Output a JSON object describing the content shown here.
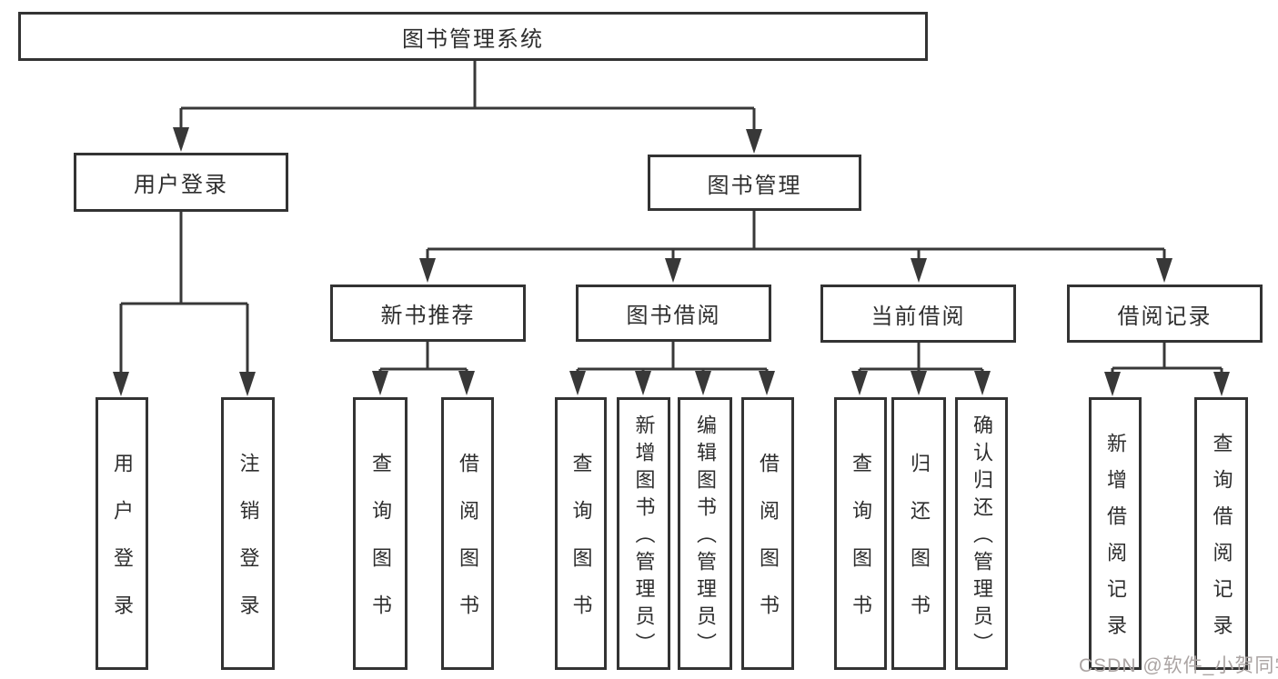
{
  "diagram": {
    "title": "图书管理系统",
    "watermark": "CSDN @软件_小贺同学",
    "colors": {
      "line": "#383838",
      "box_border": "#333333",
      "text": "#2e2e2e",
      "watermark": "#aba4a3",
      "background": "#ffffff"
    },
    "tree": {
      "root": {
        "label": "图书管理系统",
        "children": [
          {
            "label": "用户登录",
            "children": [
              {
                "label": "用户登录"
              },
              {
                "label": "注销登录"
              }
            ]
          },
          {
            "label": "图书管理",
            "children": [
              {
                "label": "新书推荐",
                "children": [
                  {
                    "label": "查询图书"
                  },
                  {
                    "label": "借阅图书"
                  }
                ]
              },
              {
                "label": "图书借阅",
                "children": [
                  {
                    "label": "查询图书"
                  },
                  {
                    "label": "新增图书（管理员）"
                  },
                  {
                    "label": "编辑图书（管理员）"
                  },
                  {
                    "label": "借阅图书"
                  }
                ]
              },
              {
                "label": "当前借阅",
                "children": [
                  {
                    "label": "查询图书"
                  },
                  {
                    "label": "归还图书"
                  },
                  {
                    "label": "确认归还（管理员）"
                  }
                ]
              },
              {
                "label": "借阅记录",
                "children": [
                  {
                    "label": "新增借阅记录"
                  },
                  {
                    "label": "查询借阅记录"
                  }
                ]
              }
            ]
          }
        ]
      }
    }
  }
}
